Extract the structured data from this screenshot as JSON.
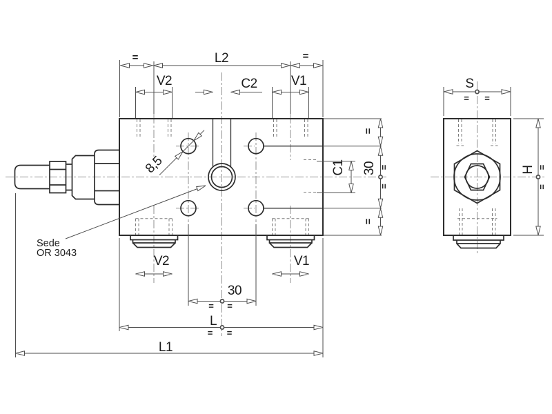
{
  "drawing": {
    "labels": {
      "equal": "=",
      "l2": "L2",
      "v2": "V2",
      "c2": "C2",
      "v1": "V1",
      "dia": "8,5",
      "note_line1": "Sede",
      "note_line2": "OR 3043",
      "d30": "30",
      "l": "L",
      "l1": "L1",
      "c1": "C1",
      "s": "S",
      "h": "H"
    },
    "colors": {
      "line": "#2d2d2d",
      "dim": "#4e4e4e",
      "centerline": "#8f8f8f",
      "hidden": "#7d7d7d",
      "text": "#1c1c1c",
      "background": "#ffffff"
    }
  }
}
